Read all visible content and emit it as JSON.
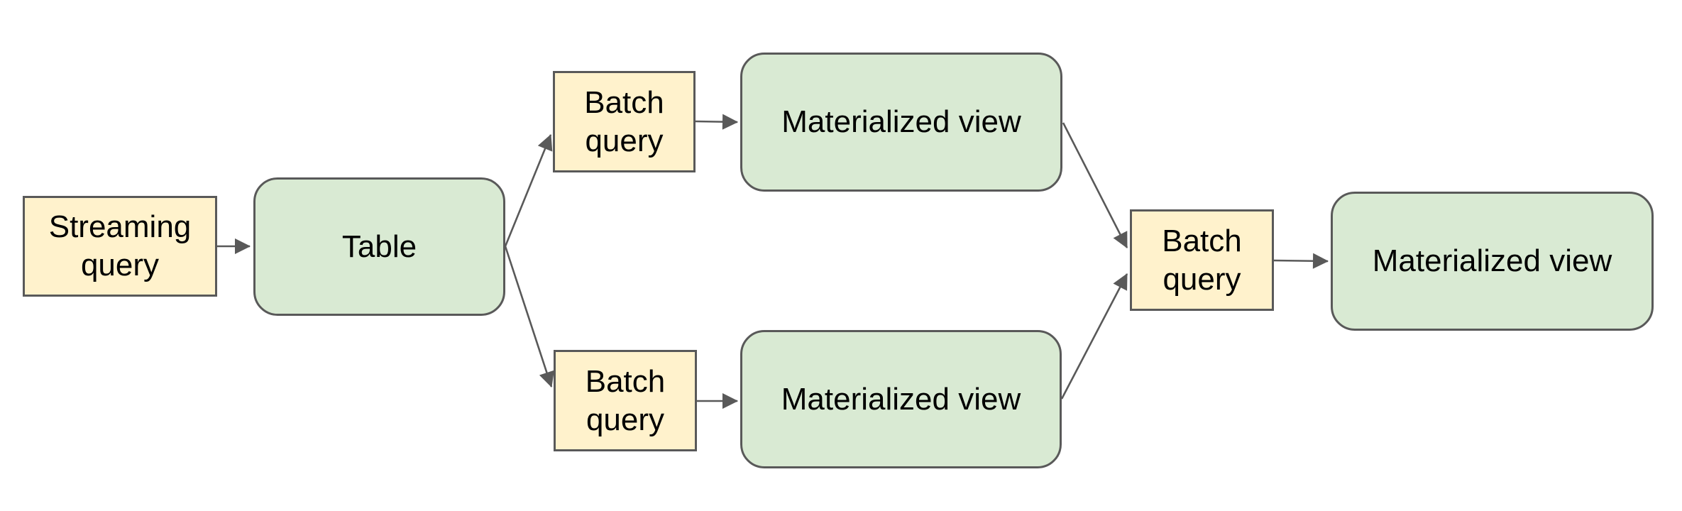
{
  "diagram": {
    "background_color": "#ffffff",
    "text_color": "#000000",
    "arrow_color": "#595959",
    "node_border_color": "#595959",
    "query_fill_color": "#fff2cc",
    "data_fill_color": "#d9ead3",
    "nodes": [
      {
        "id": "streaming-query",
        "label": "Streaming query",
        "shape": "rectangle",
        "fill": "#fff2cc"
      },
      {
        "id": "table",
        "label": "Table",
        "shape": "rounded-rectangle",
        "fill": "#d9ead3"
      },
      {
        "id": "batch-query-top",
        "label": "Batch query",
        "shape": "rectangle",
        "fill": "#fff2cc"
      },
      {
        "id": "materialized-view-top",
        "label": "Materialized view",
        "shape": "rounded-rectangle",
        "fill": "#d9ead3"
      },
      {
        "id": "batch-query-bottom",
        "label": "Batch query",
        "shape": "rectangle",
        "fill": "#fff2cc"
      },
      {
        "id": "materialized-view-bottom",
        "label": "Materialized view",
        "shape": "rounded-rectangle",
        "fill": "#d9ead3"
      },
      {
        "id": "batch-query-right",
        "label": "Batch query",
        "shape": "rectangle",
        "fill": "#fff2cc"
      },
      {
        "id": "materialized-view-right",
        "label": "Materialized view",
        "shape": "rounded-rectangle",
        "fill": "#d9ead3"
      }
    ],
    "edges": [
      {
        "from": "streaming-query",
        "to": "table"
      },
      {
        "from": "table",
        "to": "batch-query-top"
      },
      {
        "from": "table",
        "to": "batch-query-bottom"
      },
      {
        "from": "batch-query-top",
        "to": "materialized-view-top"
      },
      {
        "from": "batch-query-bottom",
        "to": "materialized-view-bottom"
      },
      {
        "from": "materialized-view-top",
        "to": "batch-query-right"
      },
      {
        "from": "materialized-view-bottom",
        "to": "batch-query-right"
      },
      {
        "from": "batch-query-right",
        "to": "materialized-view-right"
      }
    ]
  }
}
